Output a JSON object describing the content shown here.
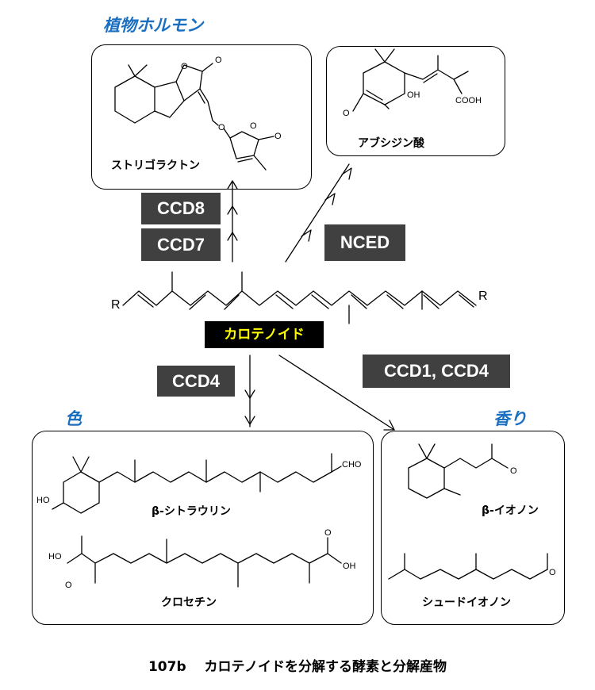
{
  "categories": {
    "hormone": "植物ホルモン",
    "color": "色",
    "aroma": "香り"
  },
  "enzymes": {
    "ccd8": "CCD8",
    "ccd7": "CCD7",
    "nced": "NCED",
    "ccd4": "CCD4",
    "ccd1_ccd4": "CCD1, CCD4"
  },
  "center_label": "カロテノイド",
  "compounds": {
    "strigolactone": "ストリゴラクトン",
    "abscisic_acid": "アブシジン酸",
    "citraurin": "β-シトラウリン",
    "crocetin": "クロセチン",
    "ionone": "β-イオノン",
    "pseudoionone": "シュードイオノン"
  },
  "atoms": {
    "R": "R",
    "O": "O",
    "OH": "OH",
    "HO": "HO",
    "COOH": "COOH",
    "CHO": "CHO"
  },
  "caption": "107b　 カロテノイドを分解する酵素と分解産物",
  "colors": {
    "category_text": "#1a6fc0",
    "enzyme_box": "#404040",
    "highlight_bg": "#000000",
    "highlight_text": "#ffff00"
  }
}
